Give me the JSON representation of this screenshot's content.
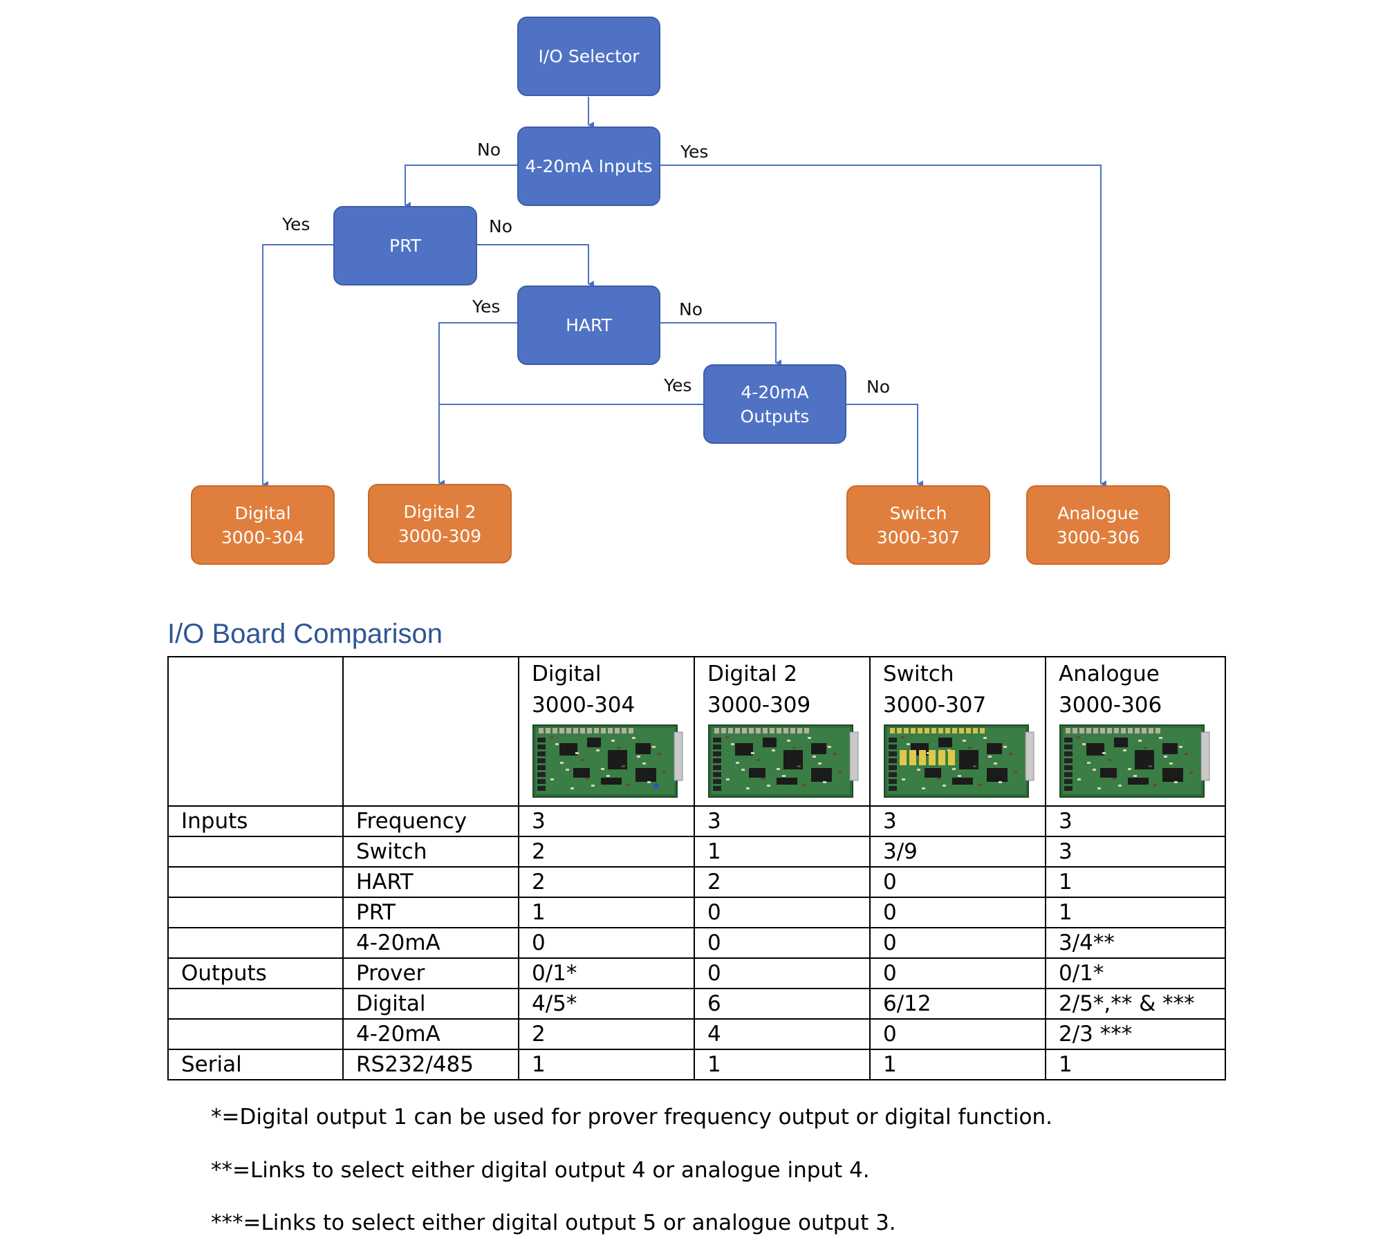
{
  "flowchart": {
    "io_selector": "I/O Selector",
    "inputs_420": "4-20mA Inputs",
    "prt": "PRT",
    "hart": "HART",
    "outputs_420": "4-20mA\nOutputs",
    "digital": "Digital\n3000-304",
    "digital2": "Digital 2\n3000-309",
    "switch": "Switch\n3000-307",
    "analogue": "Analogue\n3000-306",
    "labels": {
      "inputs_no": "No",
      "inputs_yes": "Yes",
      "prt_yes": "Yes",
      "prt_no": "No",
      "hart_yes": "Yes",
      "hart_no": "No",
      "outputs_yes": "Yes",
      "outputs_no": "No"
    },
    "colors": {
      "decision": "#4f72c4",
      "result": "#e07f3d",
      "line": "#4a72c4"
    }
  },
  "comparison": {
    "heading": "I/O Board Comparison",
    "columns": [
      {
        "name": "Digital",
        "code": "3000-304",
        "image": "pcb-board-image"
      },
      {
        "name": "Digital 2",
        "code": "3000-309",
        "image": "pcb-board-image"
      },
      {
        "name": "Switch",
        "code": "3000-307",
        "image": "pcb-board-image"
      },
      {
        "name": "Analogue",
        "code": "3000-306",
        "image": "pcb-board-image"
      }
    ],
    "rows": [
      {
        "group": "Inputs",
        "feature": "Frequency",
        "values": [
          "3",
          "3",
          "3",
          "3"
        ]
      },
      {
        "group": "",
        "feature": "Switch",
        "values": [
          "2",
          "1",
          "3/9",
          "3"
        ]
      },
      {
        "group": "",
        "feature": "HART",
        "values": [
          "2",
          "2",
          "0",
          "1"
        ]
      },
      {
        "group": "",
        "feature": "PRT",
        "values": [
          "1",
          "0",
          "0",
          "1"
        ]
      },
      {
        "group": "",
        "feature": "4-20mA",
        "values": [
          "0",
          "0",
          "0",
          "3/4**"
        ]
      },
      {
        "group": "Outputs",
        "feature": "Prover",
        "values": [
          "0/1*",
          "0",
          "0",
          "0/1*"
        ]
      },
      {
        "group": "",
        "feature": "Digital",
        "values": [
          "4/5*",
          "6",
          "6/12",
          "2/5*,** & ***"
        ]
      },
      {
        "group": "",
        "feature": "4-20mA",
        "values": [
          "2",
          "4",
          "0",
          "2/3 ***"
        ]
      },
      {
        "group": "Serial",
        "feature": "RS232/485",
        "values": [
          "1",
          "1",
          "1",
          "1"
        ]
      }
    ],
    "footnotes": [
      "*=Digital output 1 can be used for prover frequency output or digital function.",
      "**=Links to select either digital output 4 or analogue input 4.",
      "***=Links to select either digital output 5 or analogue output 3."
    ]
  }
}
